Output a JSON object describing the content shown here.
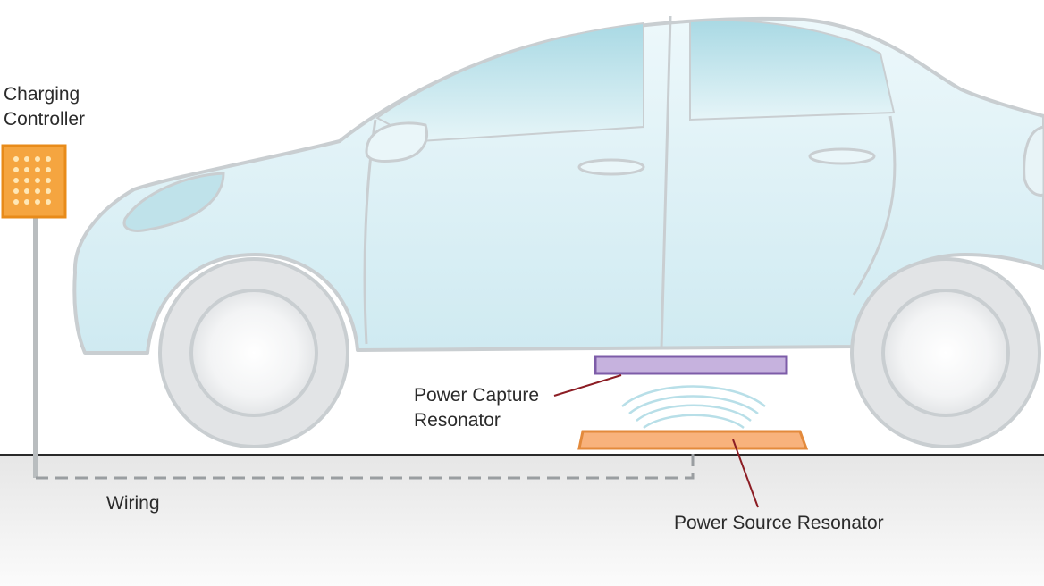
{
  "labels": {
    "controller_line1": "Charging",
    "controller_line2": "Controller",
    "capture_line1": "Power Capture",
    "capture_line2": "Resonator",
    "wiring": "Wiring",
    "source": "Power Source Resonator"
  },
  "colors": {
    "car_body": "#dff1f6",
    "car_outline": "#c9ced1",
    "glass": "#bfe2ea",
    "controller": "#f39a2e",
    "capture_resonator": "#a07ec4",
    "source_resonator": "#f8b27c",
    "leader_line": "#8c1d24",
    "ground": "#f1f1f1"
  }
}
